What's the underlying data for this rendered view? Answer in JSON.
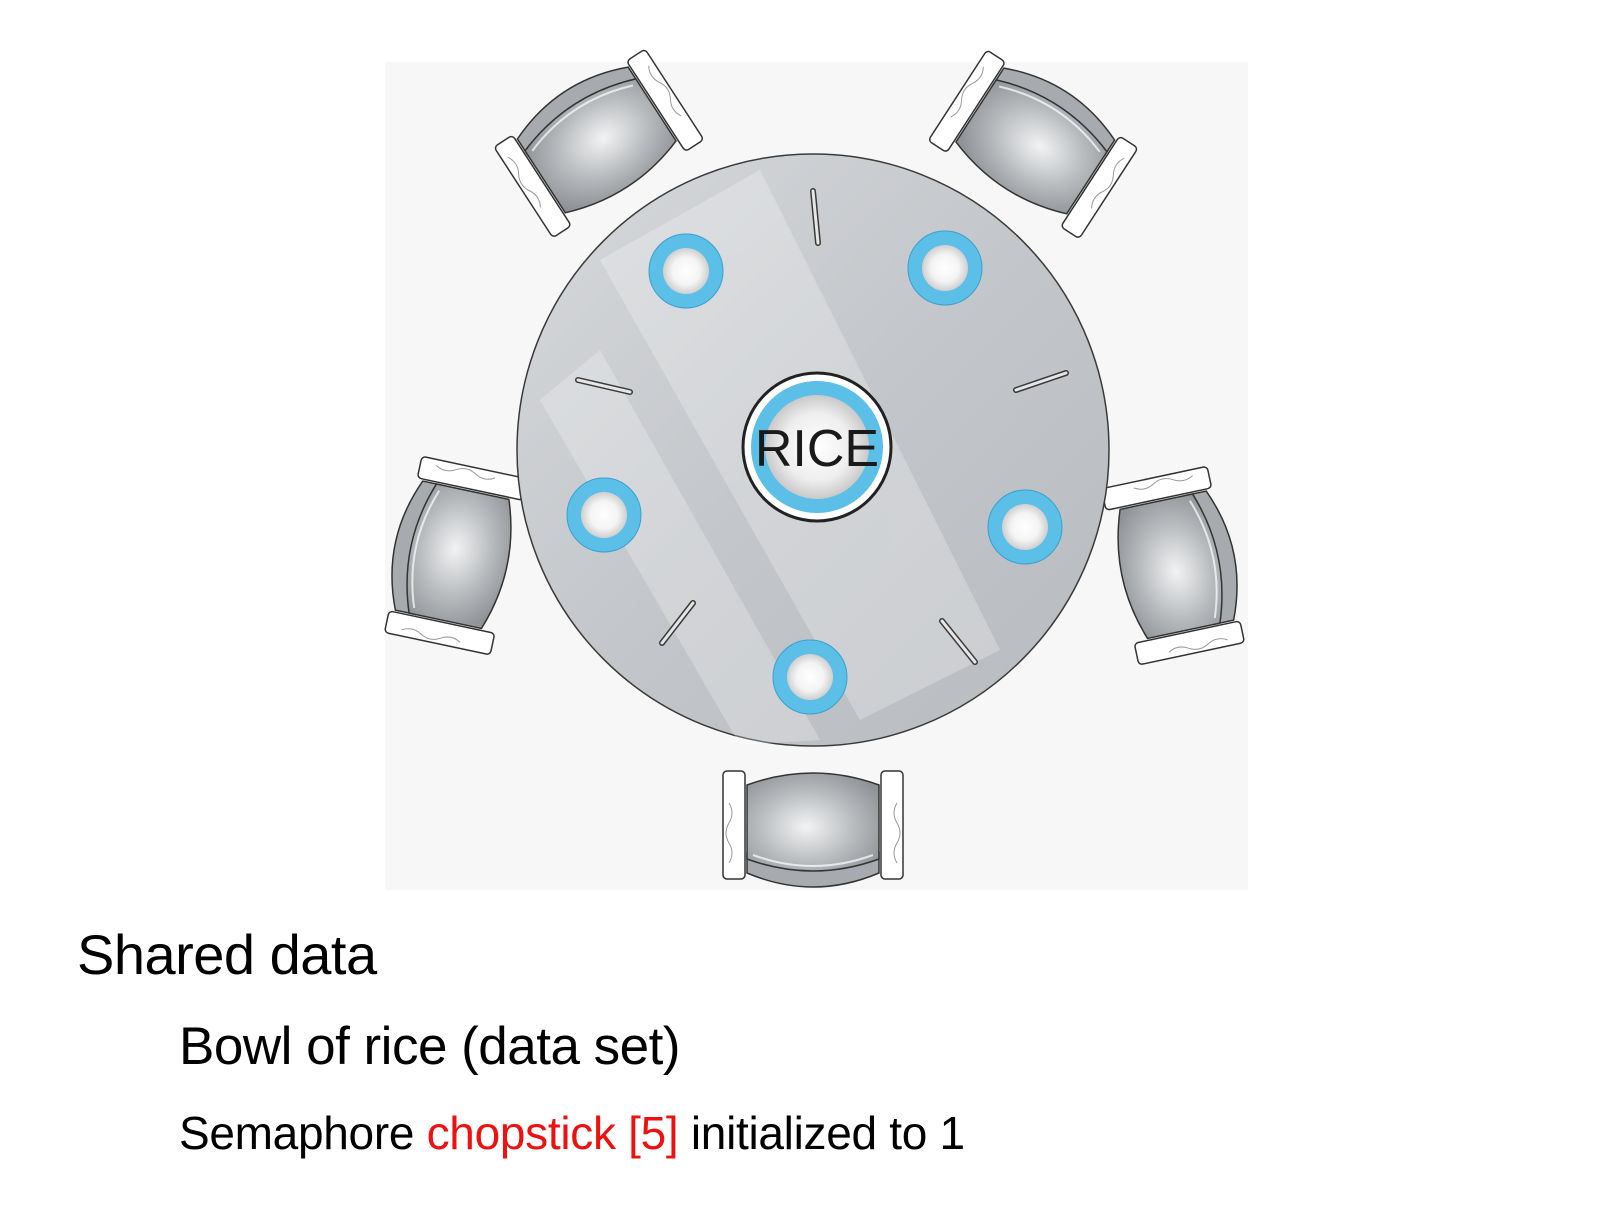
{
  "diagram": {
    "center_label": "RICE",
    "philosopher_count": 5,
    "chopstick_count": 5,
    "plate_count": 5
  },
  "text": {
    "heading": "Shared data",
    "item1": "Bowl of rice (data set)",
    "item2_prefix": "Semaphore ",
    "item2_highlight": "chopstick [5]",
    "item2_suffix": " initialized to 1"
  },
  "colors": {
    "highlight": "#ee1111",
    "plate_rim": "#5bbfe8",
    "table": "#c9ccd0"
  }
}
